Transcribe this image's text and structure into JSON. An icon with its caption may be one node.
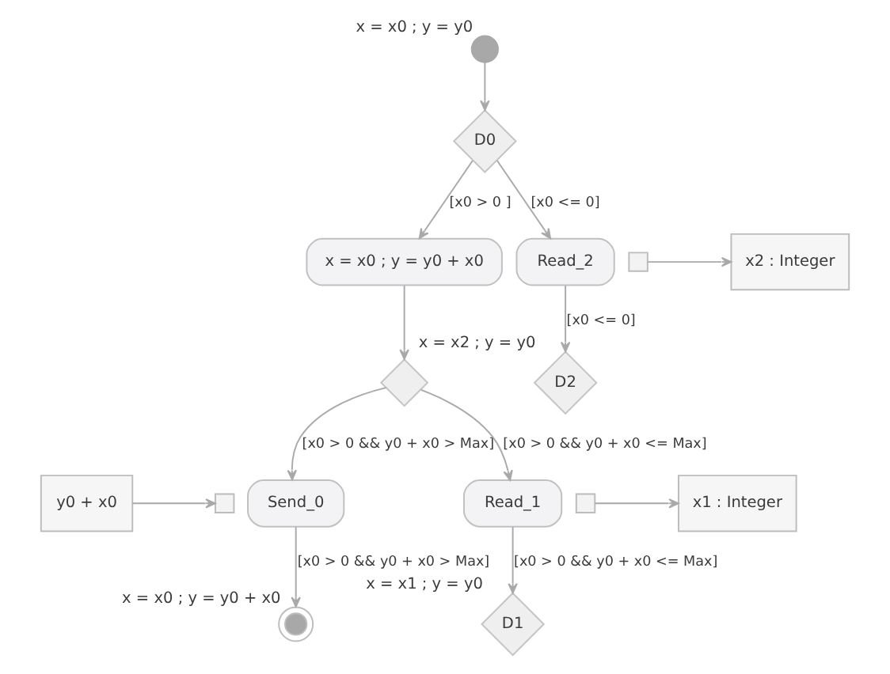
{
  "diagram": {
    "nodes": [
      {
        "text": [],
        "shape": "circle",
        "beside": [
          "x = x0 ; y = y0"
        ]
      },
      {
        "text": [
          "D0"
        ]
      },
      {
        "text": [
          "x = x0 ; y = y0 + x0"
        ]
      },
      {
        "text": [
          "Read_2"
        ]
      },
      {
        "text": [],
        "shape": "box"
      },
      {
        "text": [
          "x2 : Integer"
        ]
      },
      {
        "text": [],
        "shape": "diamond"
      },
      {
        "text": [
          "D2"
        ],
        "beside": [
          "x = x2 ; y = y0"
        ]
      },
      {
        "text": [
          "y0 + x0"
        ]
      },
      {
        "text": [],
        "shape": "box"
      },
      {
        "text": [
          "Send_0"
        ]
      },
      {
        "text": [
          "Read_1"
        ]
      },
      {
        "text": [],
        "shape": "box"
      },
      {
        "text": [
          "x1 : Integer"
        ]
      },
      {
        "text": [],
        "shape": "circle",
        "beside": [
          "x = x0 ; y = y0 + x0"
        ]
      },
      {
        "text": [
          "D1"
        ],
        "beside": [
          "x = x1 ; y = y0"
        ]
      }
    ],
    "edges": [
      {
        "from": 0,
        "to": 1,
        "arrow": "to"
      },
      {
        "from": 1,
        "to": 2,
        "arrow": "to",
        "label": "[x0 > 0 ]"
      },
      {
        "from": 1,
        "to": 3,
        "arrow": "to",
        "label": "[x0 <= 0]"
      },
      {
        "from": 4,
        "to": 5,
        "arrow": "to"
      },
      {
        "from": 2,
        "to": 6,
        "arrow": "to"
      },
      {
        "from": 3,
        "to": 7,
        "arrow": "to",
        "label": "[x0 <= 0]"
      },
      {
        "from": 6,
        "to": 10,
        "arrow": "to",
        "label": "[x0 > 0 && y0 + x0 > Max]"
      },
      {
        "from": 6,
        "to": 11,
        "arrow": "to",
        "label": "[x0 > 0 && y0 + x0 <= Max]"
      },
      {
        "from": 8,
        "to": 9,
        "arrow": "to"
      },
      {
        "from": 12,
        "to": 13,
        "arrow": "to"
      },
      {
        "from": 10,
        "to": 14,
        "arrow": "to",
        "label": "[x0 > 0 && y0 + x0 > Max]"
      },
      {
        "from": 11,
        "to": 15,
        "arrow": "to",
        "label": "[x0 > 0 && y0 + x0 <= Max]"
      }
    ]
  }
}
